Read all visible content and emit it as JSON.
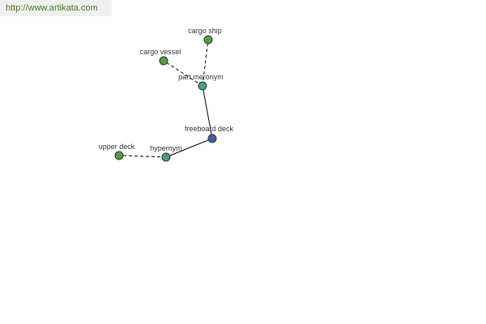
{
  "watermark": {
    "url": "http://www.artikata.com"
  },
  "colors": {
    "term_node": "#5a9a4a",
    "relation_node": "#4a9a8a",
    "focus_node": "#4a5aa0",
    "node_stroke": "#2a3a2a",
    "edge": "#000000",
    "watermark_bg": "#f0f0f0",
    "watermark_text": "#4a7a1e"
  },
  "graph": {
    "nodes": [
      {
        "id": "freeboard-deck",
        "label": "freeboard deck",
        "kind": "focus"
      },
      {
        "id": "part-meronym",
        "label": "part meronym",
        "kind": "relation"
      },
      {
        "id": "cargo-ship",
        "label": "cargo ship",
        "kind": "term"
      },
      {
        "id": "cargo-vessel",
        "label": "cargo vessel",
        "kind": "term"
      },
      {
        "id": "hypernym",
        "label": "hypernym",
        "kind": "relation"
      },
      {
        "id": "upper-deck",
        "label": "upper deck",
        "kind": "term"
      }
    ],
    "edges": [
      {
        "from": "freeboard-deck",
        "to": "part-meronym",
        "style": "solid"
      },
      {
        "from": "part-meronym",
        "to": "cargo-ship",
        "style": "dashed"
      },
      {
        "from": "part-meronym",
        "to": "cargo-vessel",
        "style": "dashed"
      },
      {
        "from": "freeboard-deck",
        "to": "hypernym",
        "style": "solid"
      },
      {
        "from": "hypernym",
        "to": "upper-deck",
        "style": "dashed"
      }
    ]
  }
}
